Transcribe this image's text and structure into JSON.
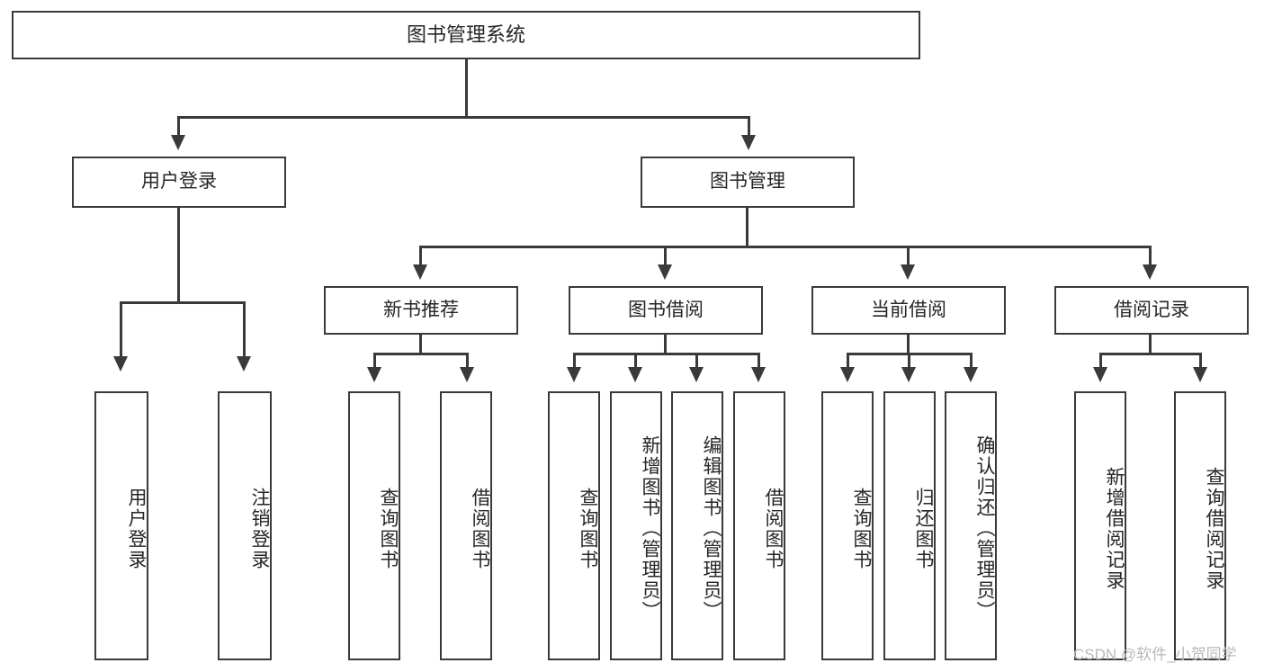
{
  "diagram": {
    "title": "图书管理系统",
    "type": "tree-hierarchy",
    "root": {
      "label": "图书管理系统"
    },
    "level2": [
      {
        "label": "用户登录"
      },
      {
        "label": "图书管理"
      }
    ],
    "level3": [
      {
        "label": "新书推荐"
      },
      {
        "label": "图书借阅"
      },
      {
        "label": "当前借阅"
      },
      {
        "label": "借阅记录"
      }
    ],
    "leaves": {
      "user_login": [
        {
          "label": "用户登录"
        },
        {
          "label": "注销登录"
        }
      ],
      "new_book_recommend": [
        {
          "label": "查询图书"
        },
        {
          "label": "借阅图书"
        }
      ],
      "book_borrow": [
        {
          "label": "查询图书"
        },
        {
          "label": "新增图书（管理员）"
        },
        {
          "label": "编辑图书（管理员）"
        },
        {
          "label": "借阅图书"
        }
      ],
      "current_borrow": [
        {
          "label": "查询图书"
        },
        {
          "label": "归还图书"
        },
        {
          "label": "确认归还（管理员）"
        }
      ],
      "borrow_record": [
        {
          "label": "新增借阅记录"
        },
        {
          "label": "查询借阅记录"
        }
      ]
    }
  },
  "watermark": {
    "text": "CSDN @软件_小贺同学"
  },
  "colors": {
    "border": "#3a3a3a",
    "text": "#262626",
    "background": "#ffffff",
    "watermark": "#b9b9b9"
  }
}
